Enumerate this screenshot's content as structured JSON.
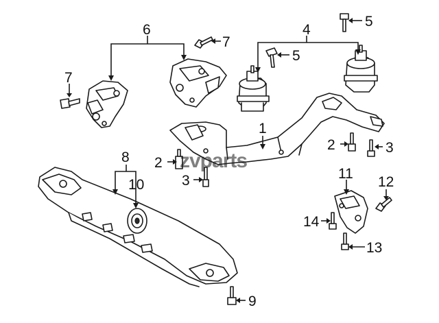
{
  "diagram": {
    "watermark": "zvparts",
    "callouts": {
      "c1": "1",
      "c2a": "2",
      "c2b": "2",
      "c3a": "3",
      "c3b": "3",
      "c4": "4",
      "c5a": "5",
      "c5b": "5",
      "c6": "6",
      "c7a": "7",
      "c7b": "7",
      "c8": "8",
      "c9": "9",
      "c10": "10",
      "c11": "11",
      "c12": "12",
      "c13": "13",
      "c14": "14"
    }
  }
}
